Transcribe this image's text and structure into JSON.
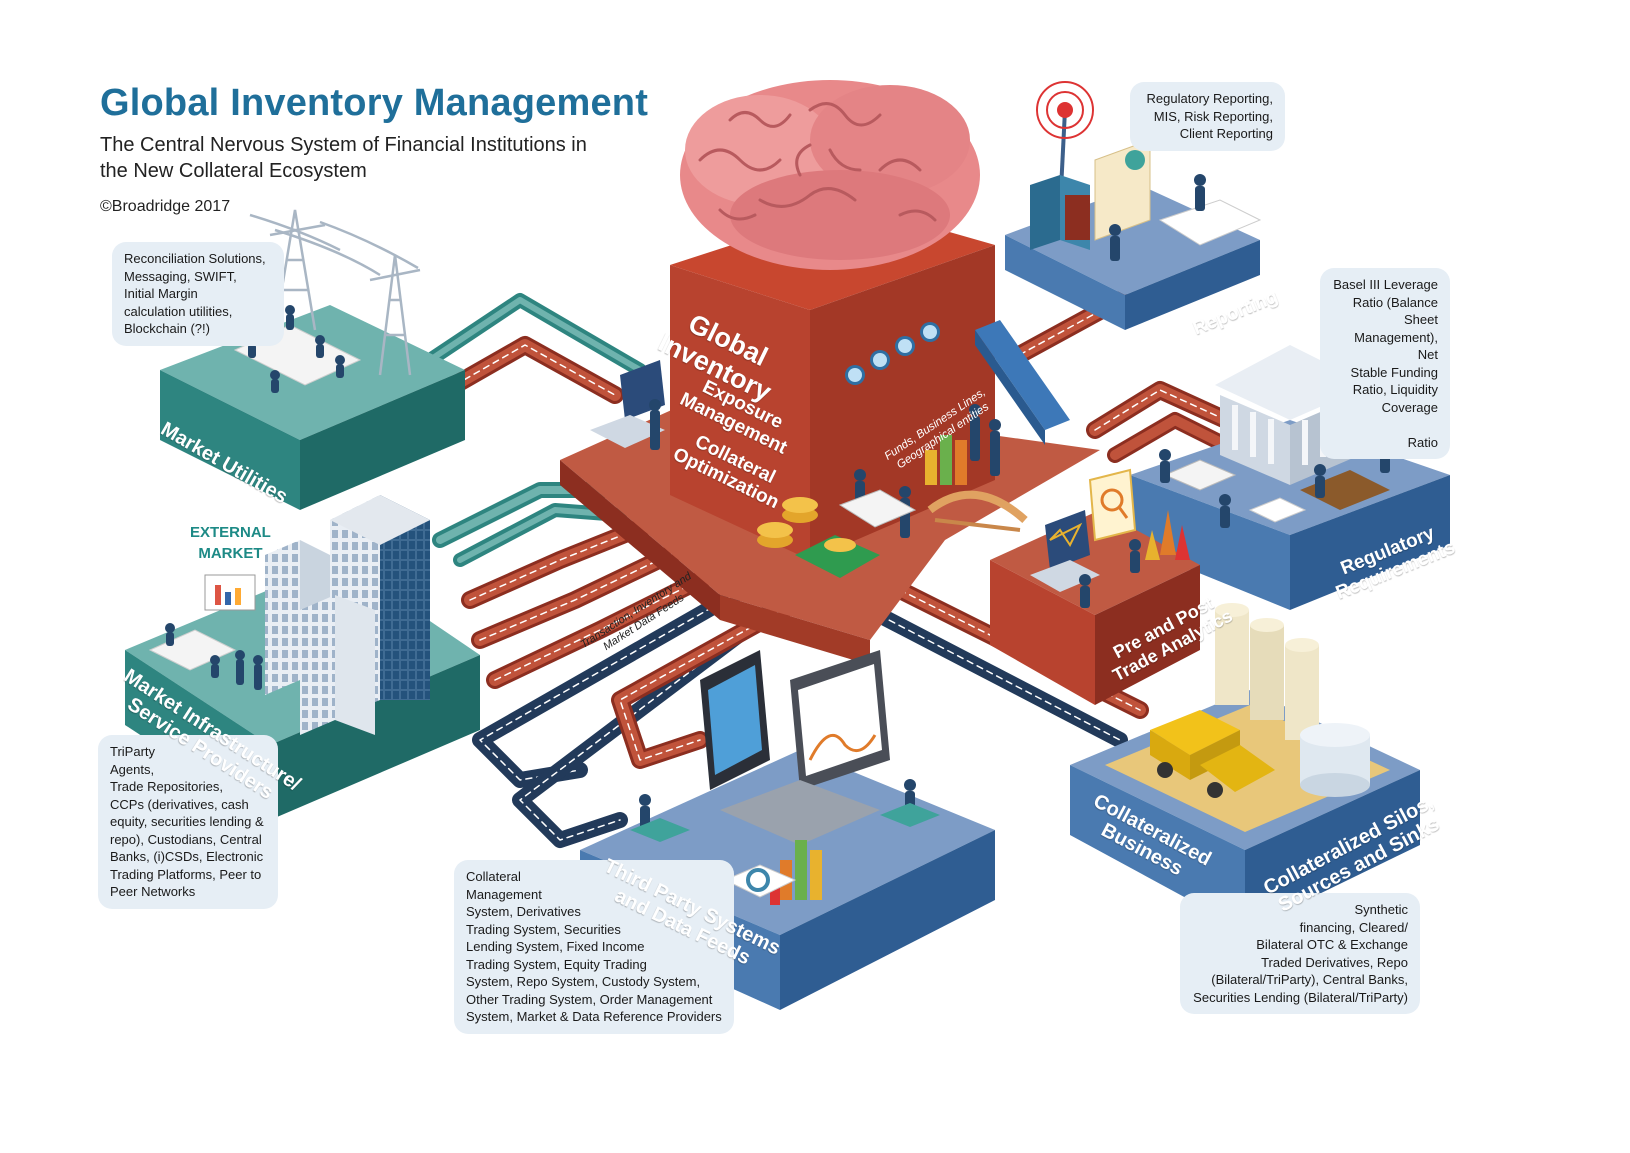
{
  "header": {
    "title": "Global Inventory Management",
    "subtitle": "The Central Nervous System of Financial Institutions in the New Collateral Ecosystem",
    "copyright": "©Broadridge 2017"
  },
  "external_market_label": "EXTERNAL\nMARKET",
  "hub": {
    "title": "Global\nInventory",
    "exposure": "Exposure\nManagement",
    "collateral": "Collateral\nOptimization",
    "funds_caption": "Funds, Business Lines,\nGeographical entities"
  },
  "feeds_caption": "Transaction, Inventory and\nMarket Data Feeds",
  "platforms": {
    "market_utilities": "Market Utilities",
    "market_infrastructure": "Market Infrastructure/\nService Providers",
    "third_party": "Third Party Systems\nand Data Feeds",
    "collateralized_business": "Collateralized\nBusiness",
    "collateralized_silos": "Collateralized Silos,\nSources and Sinks",
    "reporting": "Reporting",
    "regulatory": "Regulatory\nRequirements",
    "analytics": "Pre and Post\nTrade Analytics"
  },
  "notes": {
    "market_utilities": "Reconciliation Solutions,\nMessaging, SWIFT,\nInitial Margin\ncalculation utilities,\nBlockchain (?!)",
    "market_infrastructure": "TriParty\nAgents,\nTrade Repositories,\nCCPs (derivatives, cash\nequity, securities lending &\nrepo), Custodians, Central\nBanks, (i)CSDs, Electronic\nTrading Platforms, Peer to\nPeer Networks",
    "third_party": "Collateral\nManagement\nSystem, Derivatives\nTrading System, Securities\nLending System, Fixed Income\nTrading System, Equity Trading\nSystem, Repo System, Custody System,\nOther Trading System, Order Management\nSystem, Market & Data Reference Providers",
    "collateralized": "Synthetic\nfinancing, Cleared/\nBilateral OTC & Exchange\nTraded Derivatives, Repo\n(Bilateral/TriParty), Central Banks,\nSecurities Lending (Bilateral/TriParty)",
    "reporting": "Regulatory Reporting,\nMIS, Risk Reporting,\nClient Reporting",
    "regulatory": "Basel III Leverage\nRatio (Balance Sheet\nManagement), Net\nStable Funding\nRatio, Liquidity\nCoverage\n\nRatio"
  },
  "colors": {
    "title": "#1f6f9a",
    "teal_top": "#6fb3ae",
    "teal_side": "#2e8580",
    "blue_top": "#7d9cc6",
    "blue_side": "#2f5d92",
    "hub_red": "#b8432f",
    "hub_red_dark": "#8c2e20",
    "pipe_red": "#c0533b",
    "pipe_navy": "#223a5a",
    "pipe_teal": "#2e8580",
    "brain": "#e8898a",
    "note_bg": "#e6eef5"
  }
}
